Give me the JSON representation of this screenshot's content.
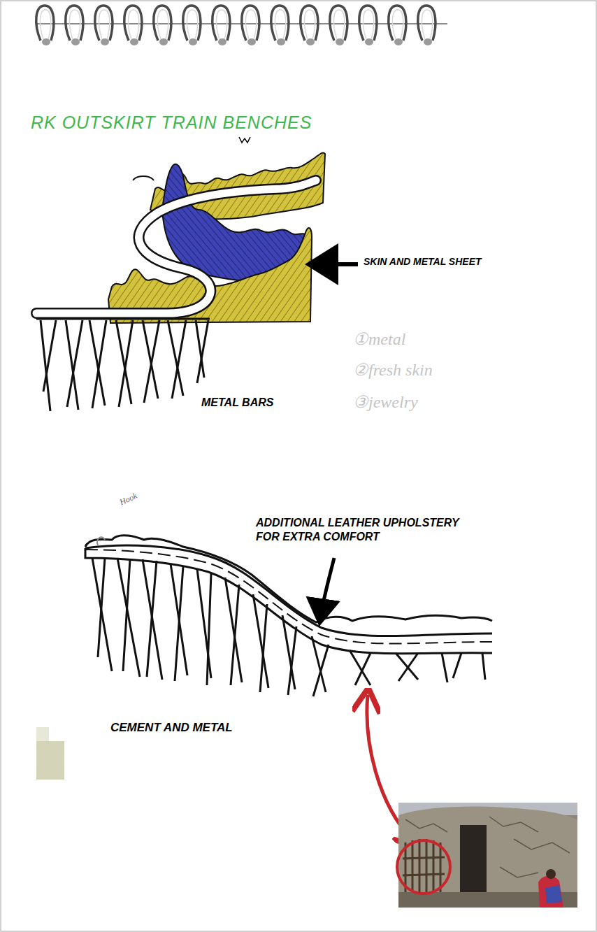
{
  "diagram": {
    "title": "RK OUTSKIRT TRAIN BENCHES",
    "labels": [
      "SKIN AND METAL SHEET",
      "①metal",
      "②fresh skin",
      "③jewelry",
      "METAL BARS",
      "Hook",
      "ADDITIONAL LEATHER UPHOLSTERY FOR EXTRA COMFORT",
      "CEMENT AND METAL"
    ]
  }
}
